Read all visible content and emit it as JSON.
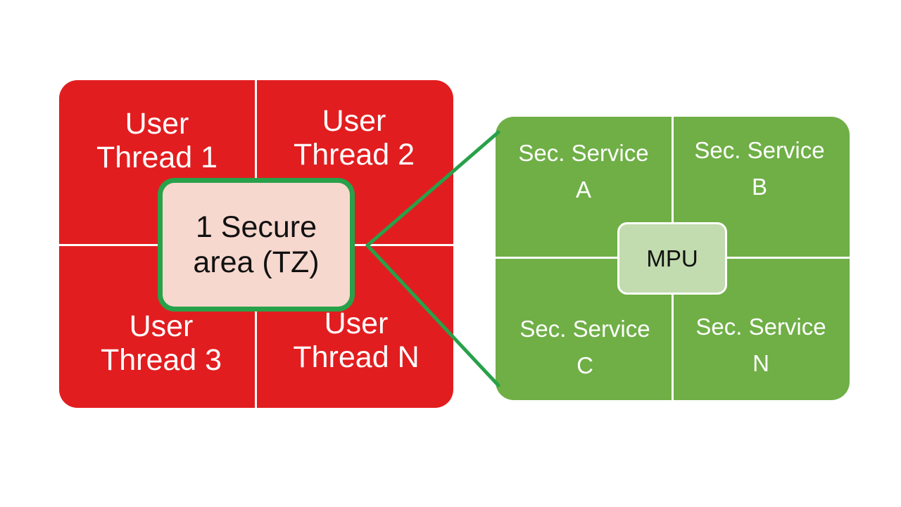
{
  "colors": {
    "red": "#e21d1f",
    "green": "#6faf46",
    "connector_green": "#27a14a",
    "secure_fill": "#f7d8ce",
    "mpu_fill": "#c2dbaf"
  },
  "left_panel": {
    "threads": [
      {
        "line1": "User",
        "line2": "Thread 1"
      },
      {
        "line1": "User",
        "line2": "Thread 2"
      },
      {
        "line1": "User",
        "line2": "Thread 3"
      },
      {
        "line1": "User",
        "line2": "Thread N"
      }
    ],
    "secure_area": {
      "line1": "1 Secure",
      "line2": "area (TZ)"
    }
  },
  "right_panel": {
    "services": [
      {
        "line1": "Sec. Service",
        "line2": "A"
      },
      {
        "line1": "Sec. Service",
        "line2": "B"
      },
      {
        "line1": "Sec. Service",
        "line2": "C"
      },
      {
        "line1": "Sec. Service",
        "line2": "N"
      }
    ],
    "mpu_label": "MPU"
  }
}
